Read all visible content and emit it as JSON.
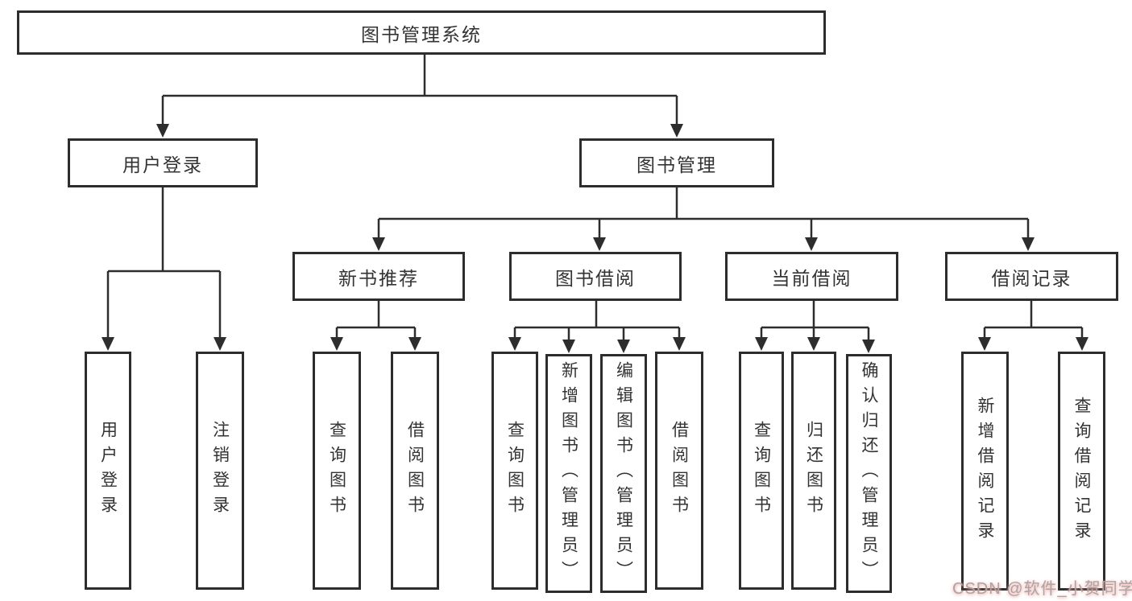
{
  "tree": {
    "root": "图书管理系统",
    "branches": [
      {
        "label": "用户登录",
        "children": [
          "用户登录",
          "注销登录"
        ]
      },
      {
        "label": "图书管理",
        "children": [
          {
            "label": "新书推荐",
            "children": [
              "查询图书",
              "借阅图书"
            ]
          },
          {
            "label": "图书借阅",
            "children": [
              "查询图书",
              "新增图书（管理员）",
              "编辑图书（管理员）",
              "借阅图书"
            ]
          },
          {
            "label": "当前借阅",
            "children": [
              "查询图书",
              "归还图书",
              "确认归还（管理员）"
            ]
          },
          {
            "label": "借阅记录",
            "children": [
              "新增借阅记录",
              "查询借阅记录"
            ]
          }
        ]
      }
    ]
  },
  "watermark": {
    "text": "CSDN @软件_小贺同学"
  },
  "colors": {
    "line": "#2d2d2d",
    "box_border": "#2d2d2d",
    "box_fill": "#ffffff",
    "text": "#333333",
    "background": "#ffffff",
    "watermark_gray": "#a6a6a6",
    "watermark_pink": "#f7a7a2"
  }
}
